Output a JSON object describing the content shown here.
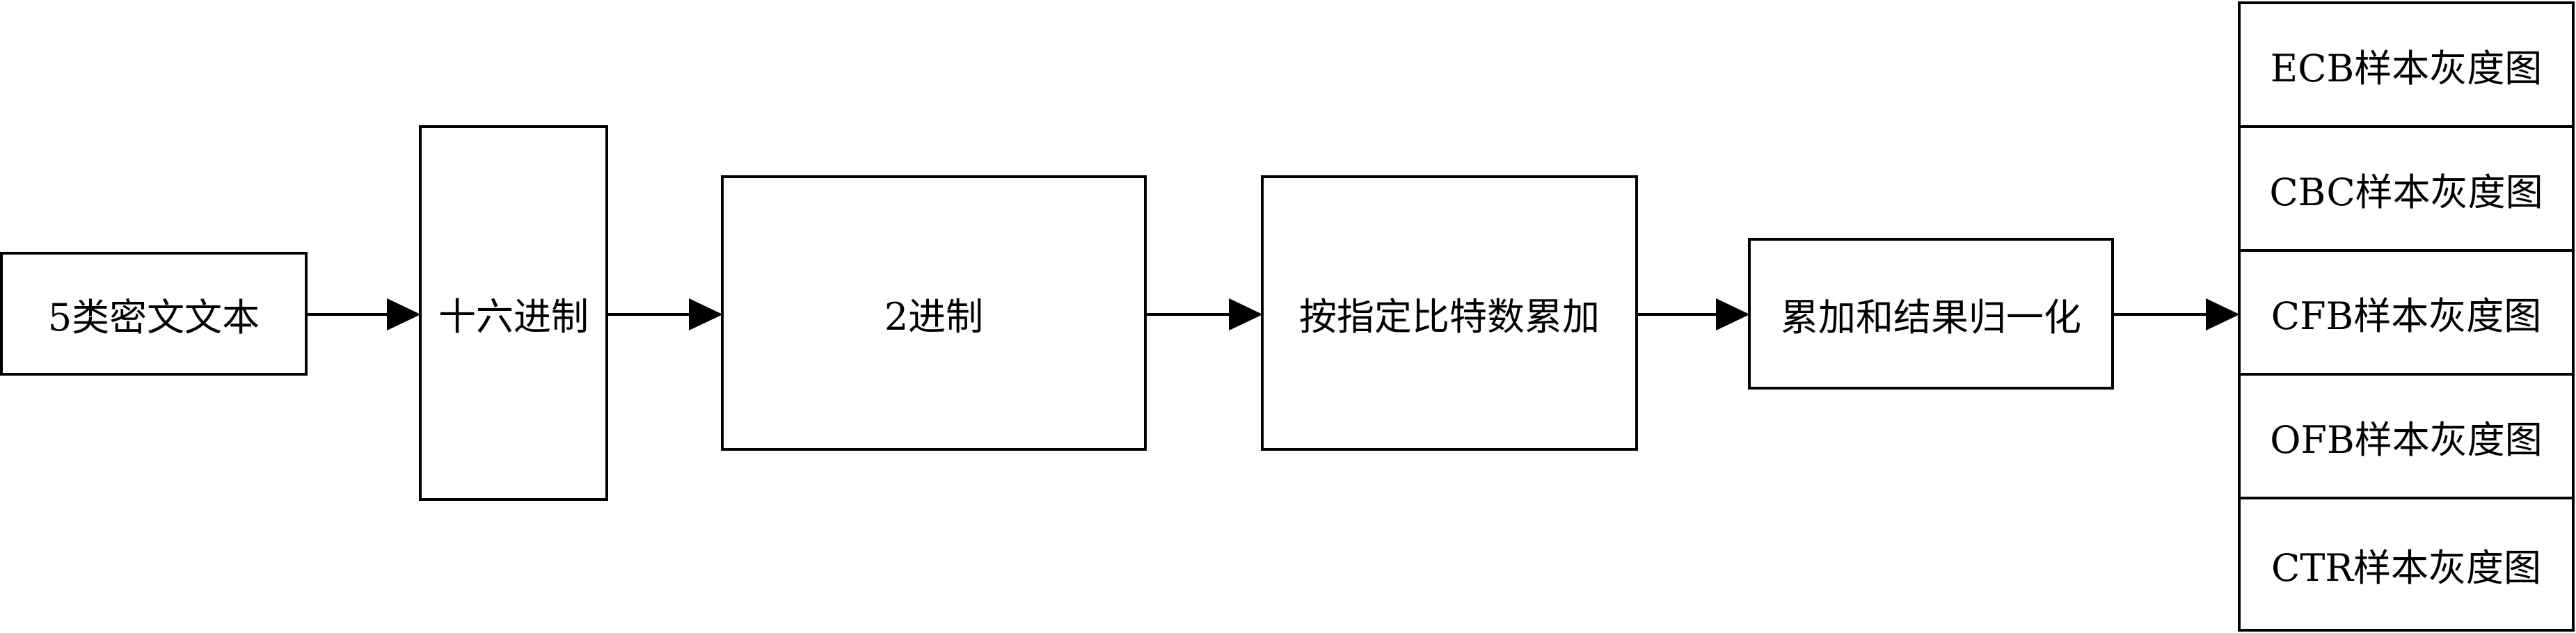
{
  "nodes": {
    "ciphertext": "5类密文文本",
    "hex": "十六进制",
    "binary": "2进制",
    "bit_accumulate": "按指定比特数累加",
    "normalize": "累加和结果归一化"
  },
  "outputs": [
    "ECB样本灰度图",
    "CBC样本灰度图",
    "CFB样本灰度图",
    "OFB样本灰度图",
    "CTR样本灰度图"
  ]
}
